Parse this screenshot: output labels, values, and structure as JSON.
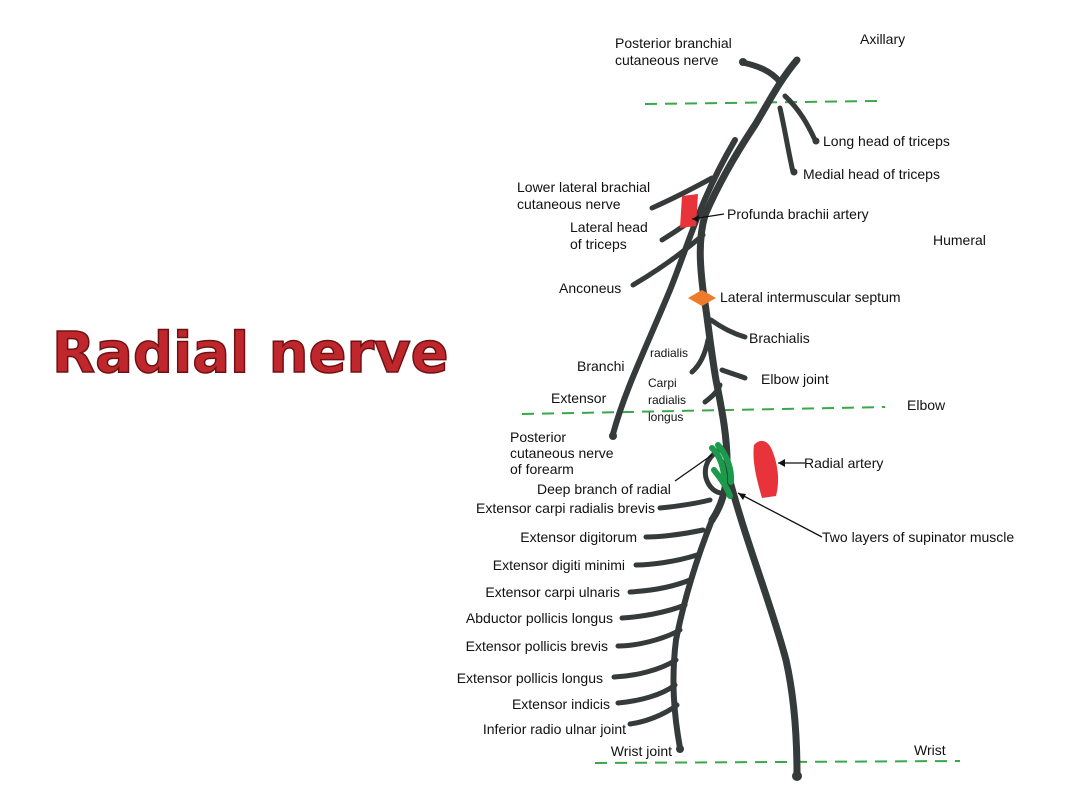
{
  "title": "Radial nerve",
  "colors": {
    "title": "#c0272d",
    "nerve": "#353a3a",
    "artery": "#e8333a",
    "septum": "#ee7a2c",
    "supinator": "#1a9a4a",
    "dashed_line": "#3aa84a"
  },
  "regions": {
    "axillary": "Axillary",
    "humeral": "Humeral",
    "elbow": "Elbow",
    "wrist": "Wrist"
  },
  "labels": {
    "posterior_brachial_1": "Posterior branchial",
    "posterior_brachial_2": "cutaneous nerve",
    "long_head_triceps": "Long head of triceps",
    "medial_head_triceps": "Medial head of triceps",
    "lower_lateral_1": "Lower lateral brachial",
    "lower_lateral_2": "cutaneous nerve",
    "profunda_brachii": "Profunda brachii artery",
    "lateral_head_1": "Lateral head",
    "lateral_head_2": "of triceps",
    "anconeus": "Anconeus",
    "lateral_septum": "Lateral intermuscular septum",
    "brachialis": "Brachialis",
    "branchi": "Branchi",
    "radialis": "radialis",
    "extensor": "Extensor",
    "carpi_1": "Carpi",
    "carpi_2": "radialis",
    "carpi_3": "longus",
    "elbow_joint": "Elbow joint",
    "posterior_forearm_1": "Posterior",
    "posterior_forearm_2": "cutaneous nerve",
    "posterior_forearm_3": "of forearm",
    "radial_artery": "Radial artery",
    "deep_branch": "Deep branch of radial",
    "two_layers": "Two layers of supinator muscle"
  },
  "branches": [
    "Extensor carpi radialis brevis",
    "Extensor digitorum",
    "Extensor digiti minimi",
    "Extensor carpi ulnaris",
    "Abductor pollicis longus",
    "Extensor pollicis brevis",
    "Extensor pollicis longus",
    "Extensor indicis",
    "Inferior radio ulnar joint",
    "Wrist joint"
  ]
}
